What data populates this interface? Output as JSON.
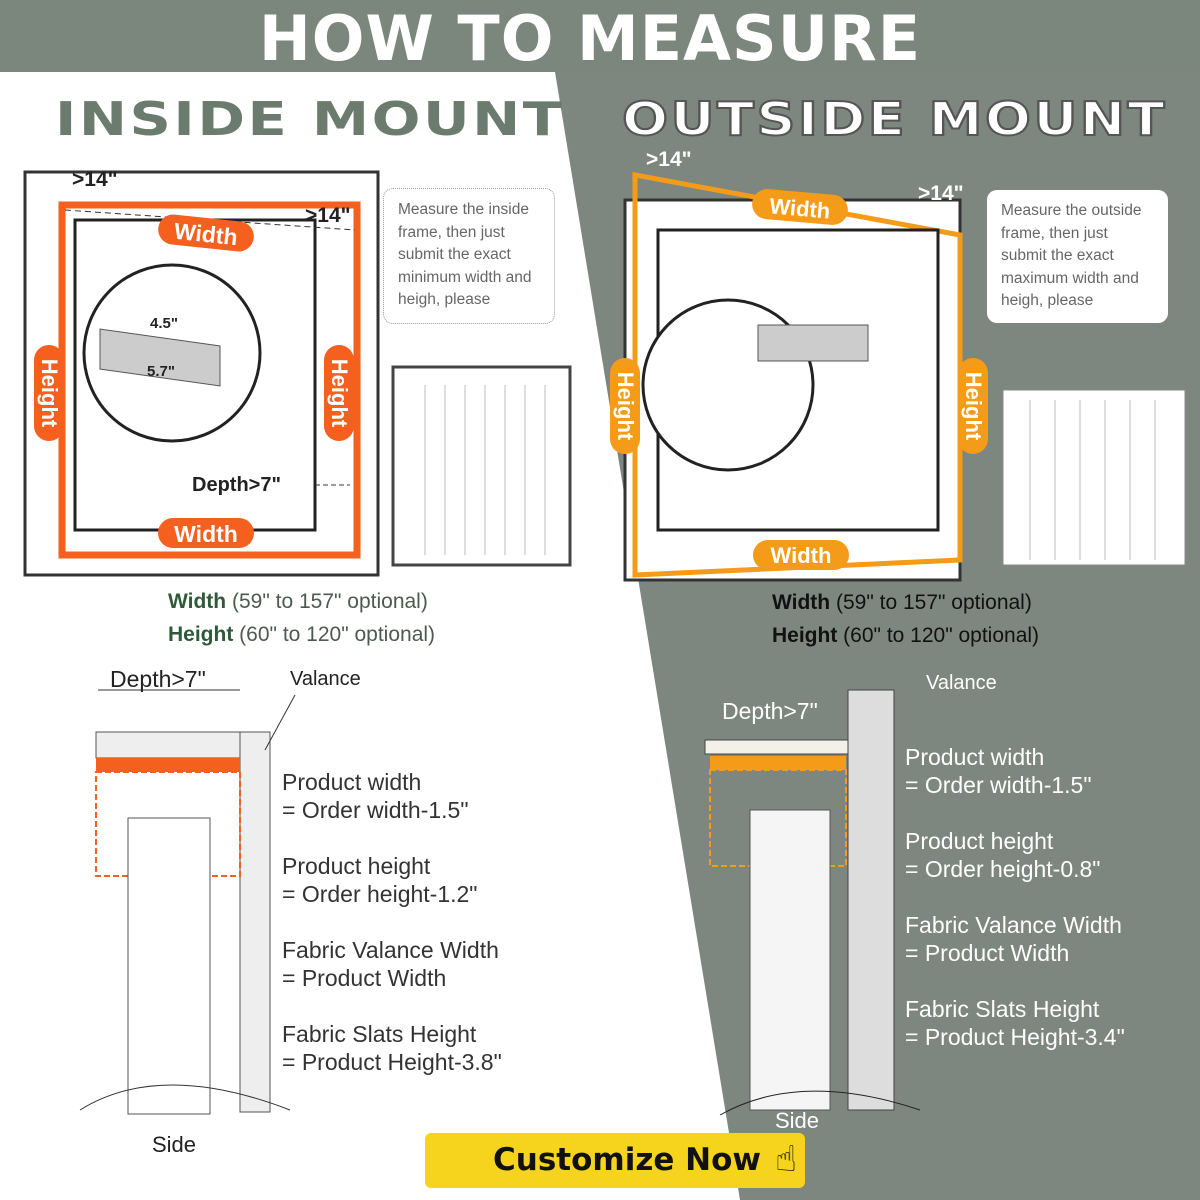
{
  "title": "HOW TO MEASURE",
  "inside": {
    "heading": "INSIDE MOUNT",
    "callout": "Measure the inside frame, then just submit the exact minimum width and heigh, please",
    "labels": {
      "width": "Width",
      "height": "Height",
      "clearance": ">14\"",
      "depth": "Depth>7\"",
      "bracket_a": "4.5\"",
      "bracket_b": "5.7\""
    },
    "spec": {
      "width_label": "Width",
      "width_range": "(59\" to 157\" optional)",
      "height_label": "Height",
      "height_range": "(60\" to 120\" optional)"
    },
    "side": {
      "depth": "Depth>7\"",
      "valance": "Valance",
      "side": "Side"
    },
    "formulas": [
      {
        "name": "Product width",
        "value": "= Order width-1.5\""
      },
      {
        "name": "Product height",
        "value": "= Order height-1.2\""
      },
      {
        "name": "Fabric Valance Width",
        "value": "= Product Width"
      },
      {
        "name": "Fabric Slats Height",
        "value": "= Product Height-3.8\""
      }
    ]
  },
  "outside": {
    "heading": "OUTSIDE MOUNT",
    "callout": "Measure the outside frame, then just submit the exact maximum width and heigh, please",
    "labels": {
      "width": "Width",
      "height": "Height",
      "clearance": ">14\""
    },
    "spec": {
      "width_label": "Width",
      "width_range": "(59\" to 157\" optional)",
      "height_label": "Height",
      "height_range": "(60\" to 120\" optional)"
    },
    "side": {
      "depth": "Depth>7\"",
      "valance": "Valance",
      "side": "Side"
    },
    "formulas": [
      {
        "name": "Product width",
        "value": "= Order width-1.5\""
      },
      {
        "name": "Product height",
        "value": "= Order height-0.8\""
      },
      {
        "name": "Fabric Valance Width",
        "value": "= Product Width"
      },
      {
        "name": "Fabric Slats Height",
        "value": "= Product Height-3.4\""
      }
    ]
  },
  "cta": "Customize Now",
  "colors": {
    "header": "#7b867c",
    "orange": "#f5601f",
    "amber": "#f49b1a",
    "button": "#f6d31c"
  }
}
